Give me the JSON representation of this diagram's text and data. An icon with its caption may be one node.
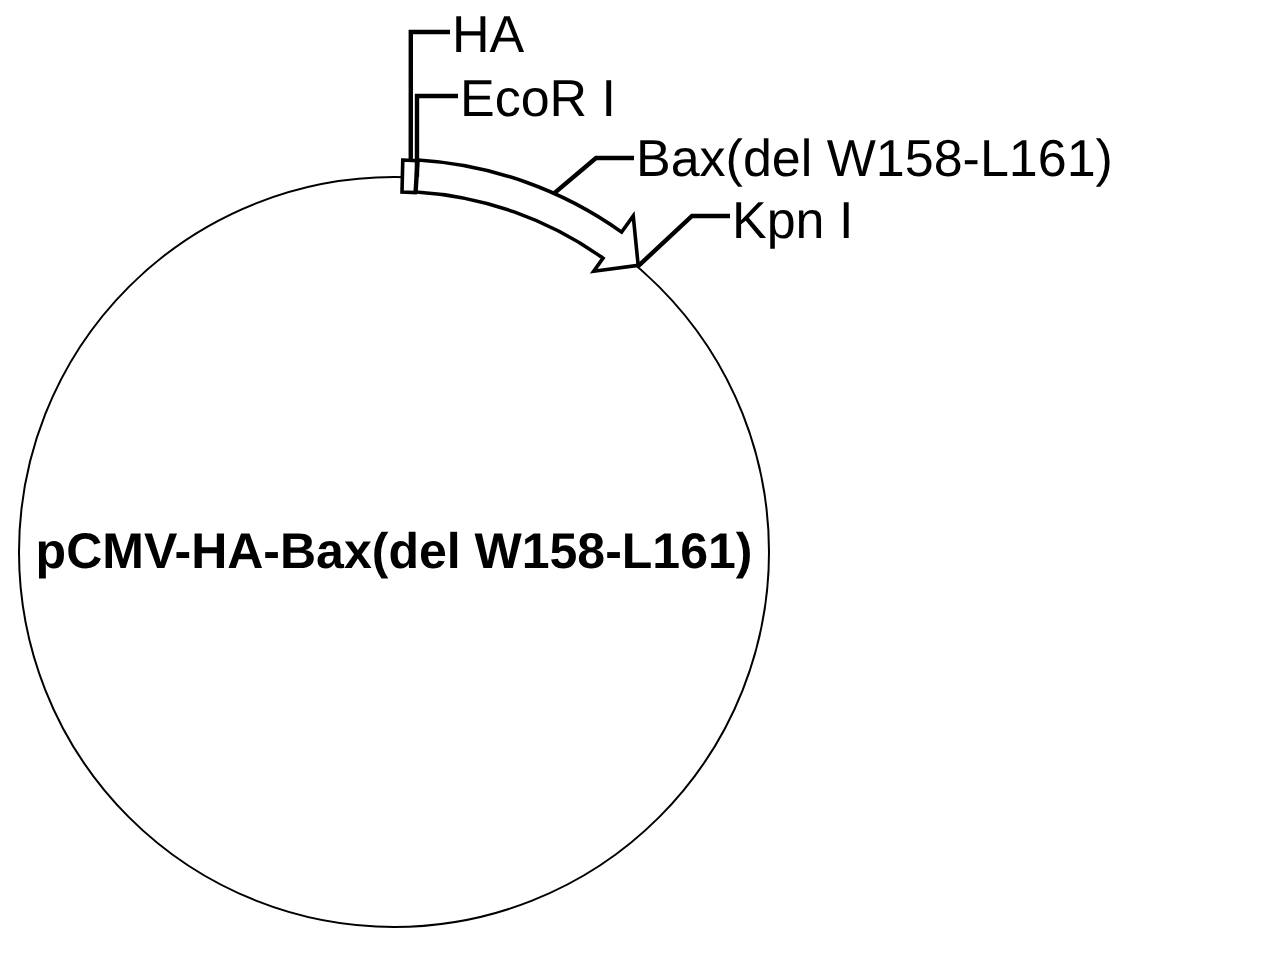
{
  "diagram": {
    "nodes": [
      {
        "text": [
          "pCMV-HA-Bax(del W158-L161)"
        ]
      },
      {
        "text": [
          "HA"
        ]
      },
      {
        "text": [],
        "shape": "box"
      },
      {
        "text": [
          "EcoR I"
        ]
      },
      {
        "text": [
          "Bax(del W158-L161)"
        ]
      },
      {
        "text": [],
        "shape": "arrow"
      },
      {
        "text": [
          "Kpn I"
        ]
      }
    ],
    "edges": [
      {
        "from": 1,
        "to": 2,
        "arrow": "none"
      },
      {
        "from": 3,
        "to": 2,
        "arrow": "none"
      },
      {
        "from": 4,
        "to": 5,
        "arrow": "none"
      },
      {
        "from": 6,
        "to": 5,
        "arrow": "none"
      }
    ]
  }
}
